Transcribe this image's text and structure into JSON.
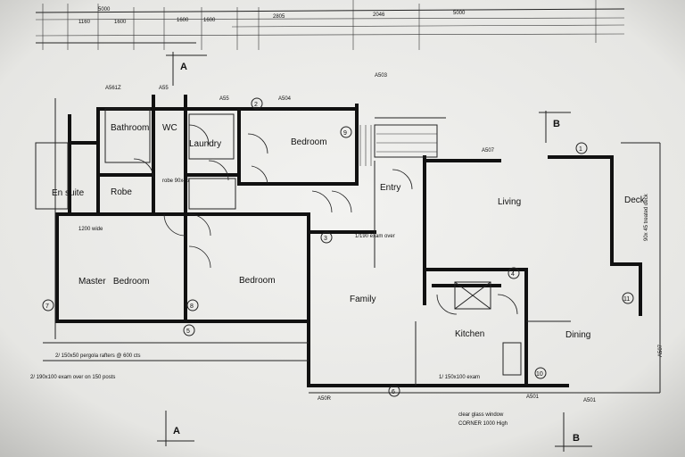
{
  "rooms": {
    "bathroom": "Bathroom",
    "wc": "WC",
    "laundry": "Laundry",
    "bedroom_top": "Bedroom",
    "ensuite": "En suite",
    "robe": "Robe",
    "entry": "Entry",
    "living": "Living",
    "deck": "Deck",
    "master_bedroom": "Master   Bedroom",
    "bedroom_mid": "Bedroom",
    "family": "Family",
    "kitchen": "Kitchen",
    "dining": "Dining"
  },
  "sections": {
    "a_top": "A",
    "a_bottom": "A",
    "b_top": "B",
    "b_bottom": "B"
  },
  "markers": [
    "1",
    "2",
    "3",
    "4",
    "5",
    "6",
    "7",
    "8",
    "9",
    "10",
    "11"
  ],
  "dimensions": {
    "top": [
      "5000",
      "2805",
      "2046",
      "5000",
      "1160",
      "1600",
      "1600",
      "1600"
    ],
    "levels": [
      "A561Z",
      "A55",
      "A55",
      "A504",
      "A503",
      "A507",
      "A501",
      "A50R",
      "A501",
      "A507"
    ]
  },
  "notes": {
    "window_note": "clear glass window",
    "window_note2": "CORNER 1000 High",
    "lintel_note": "2/ 150x50 pergola rafters @ 600 cts",
    "beam_note": "2/ 190x100 exam over on 150 posts",
    "robe_note": "robe 90x45",
    "bed_note": "1200 wide",
    "family_note": "1/190 exam over",
    "kitchen_note": "1/ 150x100 exam",
    "deck_note": "90x 45 treated deck"
  }
}
